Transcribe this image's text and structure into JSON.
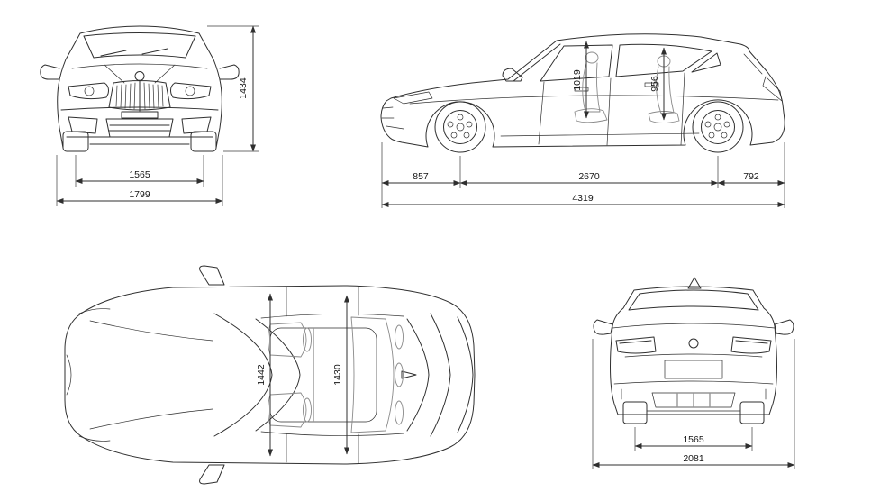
{
  "colors": {
    "ink": "#2f2f2f",
    "background": "#ffffff"
  },
  "views": {
    "front": {
      "dims": {
        "overall_height": "1434",
        "track": "1565",
        "body_width": "1799"
      }
    },
    "side": {
      "dims": {
        "front_headroom": "1019",
        "rear_headroom": "956",
        "front_overhang": "857",
        "wheelbase": "2670",
        "rear_overhang": "792",
        "overall_length": "4319"
      }
    },
    "top": {
      "dims": {
        "front_interior_width": "1442",
        "rear_interior_width": "1430"
      }
    },
    "rear": {
      "dims": {
        "track": "1565",
        "width_incl_mirrors": "2081"
      }
    }
  }
}
